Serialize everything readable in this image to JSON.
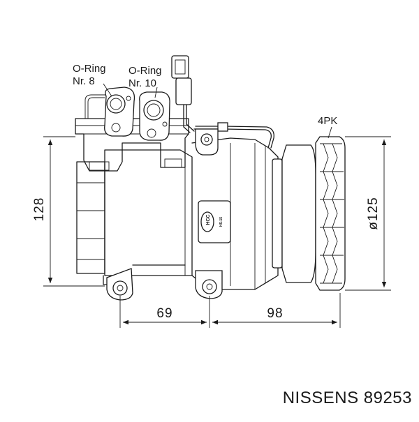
{
  "labels": {
    "oring_8_line1": "O-Ring",
    "oring_8_line2": "Nr. 8",
    "oring_10_line1": "O-Ring",
    "oring_10_line2": "Nr. 10",
    "belt_profile": "4PK",
    "badge_brand": "HCC",
    "badge_model": "HS-15"
  },
  "dimensions": {
    "height": "128",
    "pulley_diameter": "ø125",
    "mount_spacing": "69",
    "mount_to_pulley": "98"
  },
  "footer": {
    "part_number": "NISSENS 89253"
  },
  "colors": {
    "line": "#1a1a1a",
    "background": "#ffffff"
  }
}
